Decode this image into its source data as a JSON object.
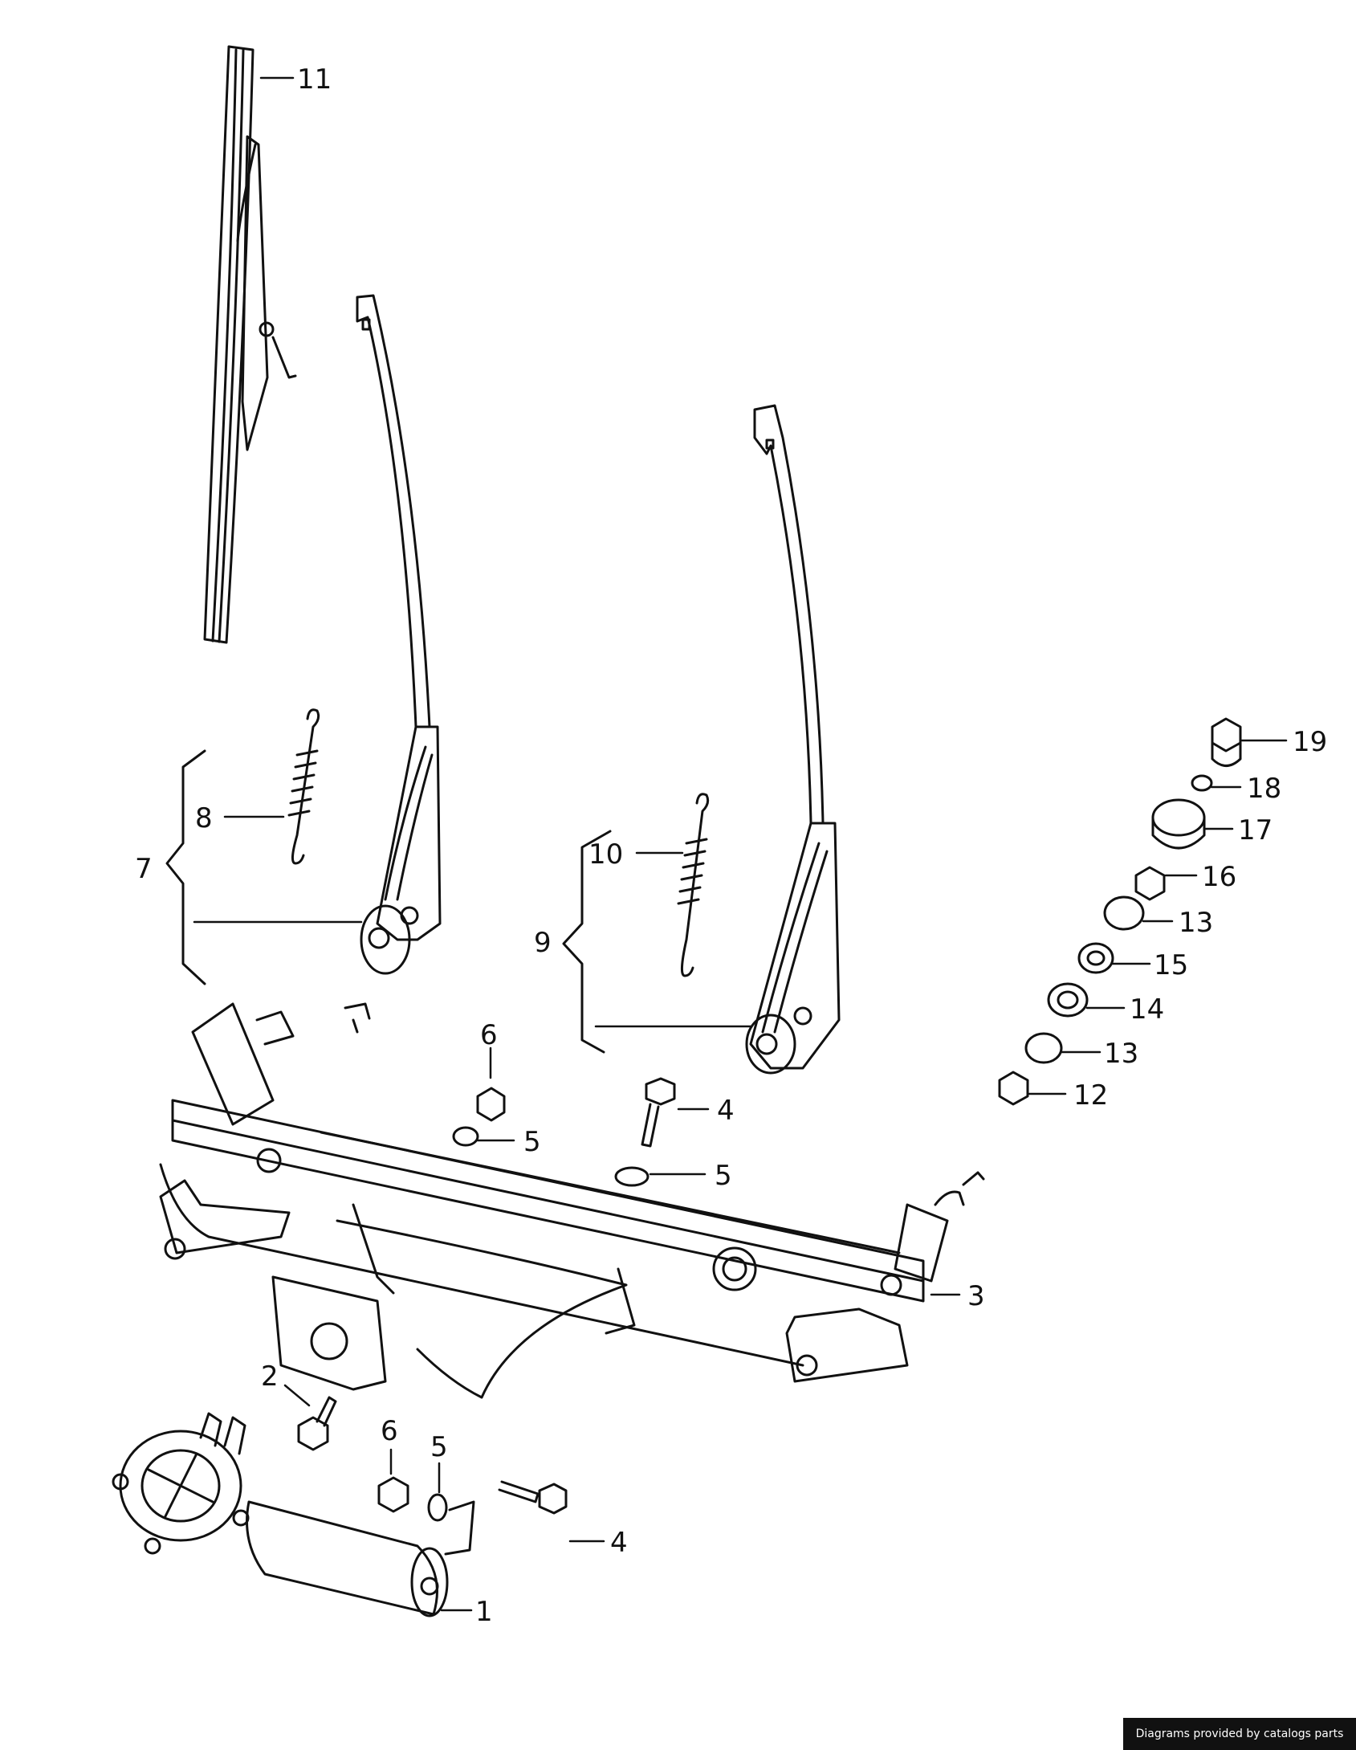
{
  "diagram": {
    "callouts": {
      "c1": "1",
      "c2": "2",
      "c3": "3",
      "c4a": "4",
      "c4b": "4",
      "c5a": "5",
      "c5b": "5",
      "c5c": "5",
      "c6a": "6",
      "c6b": "6",
      "c7": "7",
      "c8": "8",
      "c9": "9",
      "c10": "10",
      "c11": "11",
      "c12": "12",
      "c13a": "13",
      "c13b": "13",
      "c14": "14",
      "c15": "15",
      "c16": "16",
      "c17": "17",
      "c18": "18",
      "c19": "19"
    }
  },
  "footer": {
    "credit": "Diagrams provided by catalogs parts"
  },
  "colors": {
    "ink": "#111111",
    "paper": "#ffffff",
    "footer_bg": "#111111",
    "footer_text": "#ffffff"
  }
}
